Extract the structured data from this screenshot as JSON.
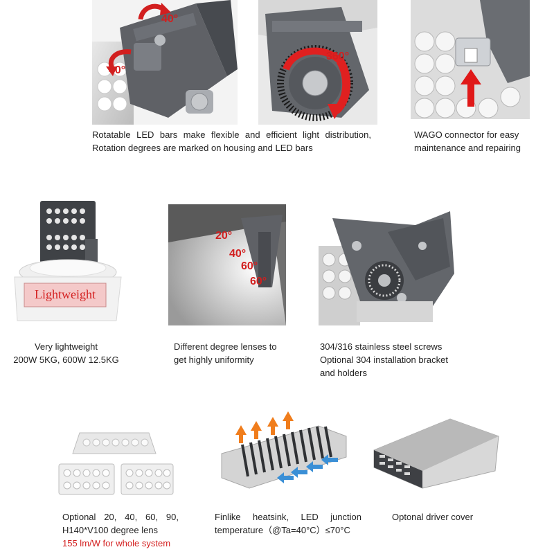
{
  "row1": {
    "left_photo": {
      "labels": [
        "40°",
        "40°"
      ]
    },
    "mid_photo": {
      "label": "360°"
    },
    "caption_left": [
      "Rotatable LED bars make flexible and efficient light distribution,",
      "Rotation degrees are marked on housing and LED bars"
    ],
    "caption_right": [
      "WAGO connector for easy",
      "maintenance and repairing"
    ]
  },
  "row2": {
    "scale": {
      "badge": "Lightweight"
    },
    "caption_scale": [
      "Very lightweight",
      "200W 5KG, 600W 12.5KG"
    ],
    "lens_photo": {
      "labels": [
        "20°",
        "40°",
        "60°",
        "60°"
      ]
    },
    "caption_lens": [
      "Different degree lenses to",
      "get highly uniformity"
    ],
    "caption_screws": [
      "304/316 stainless steel screws",
      "Optional 304 installation bracket",
      "and holders"
    ]
  },
  "row3": {
    "caption_lens": [
      "Optional 20, 40, 60, 90,",
      "H140*V100 degree lens"
    ],
    "caption_lens_highlight": "155 lm/W for whole system",
    "caption_heatsink": [
      "Finlike heatsink, LED junction",
      "temperature（@Ta=40°C）≤70°C"
    ],
    "caption_cover": "Optonal driver cover"
  },
  "colors": {
    "accent_red": "#d42222",
    "text": "#222222",
    "housing_gray": "#5f6166"
  }
}
